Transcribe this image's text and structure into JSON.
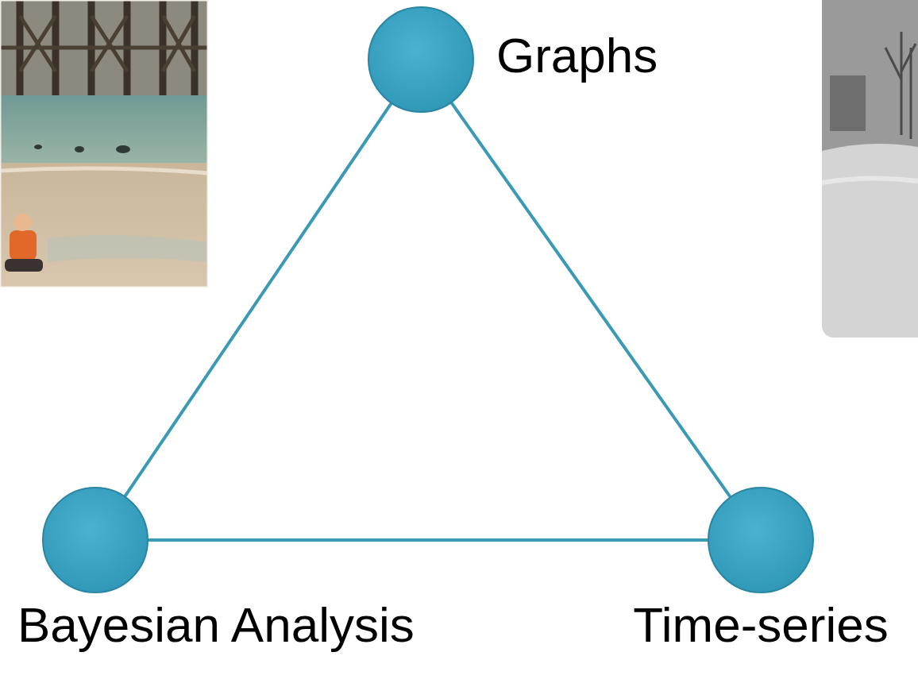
{
  "diagram": {
    "nodes": [
      {
        "text": [
          "Graphs"
        ]
      },
      {
        "text": [
          "Bayesian Analysis"
        ]
      },
      {
        "text": [
          "Time-series"
        ]
      }
    ],
    "edges": [
      {
        "from": 0,
        "to": 1,
        "arrow": "none"
      },
      {
        "from": 0,
        "to": 2,
        "arrow": "none"
      },
      {
        "from": 1,
        "to": 2,
        "arrow": "none"
      }
    ]
  }
}
